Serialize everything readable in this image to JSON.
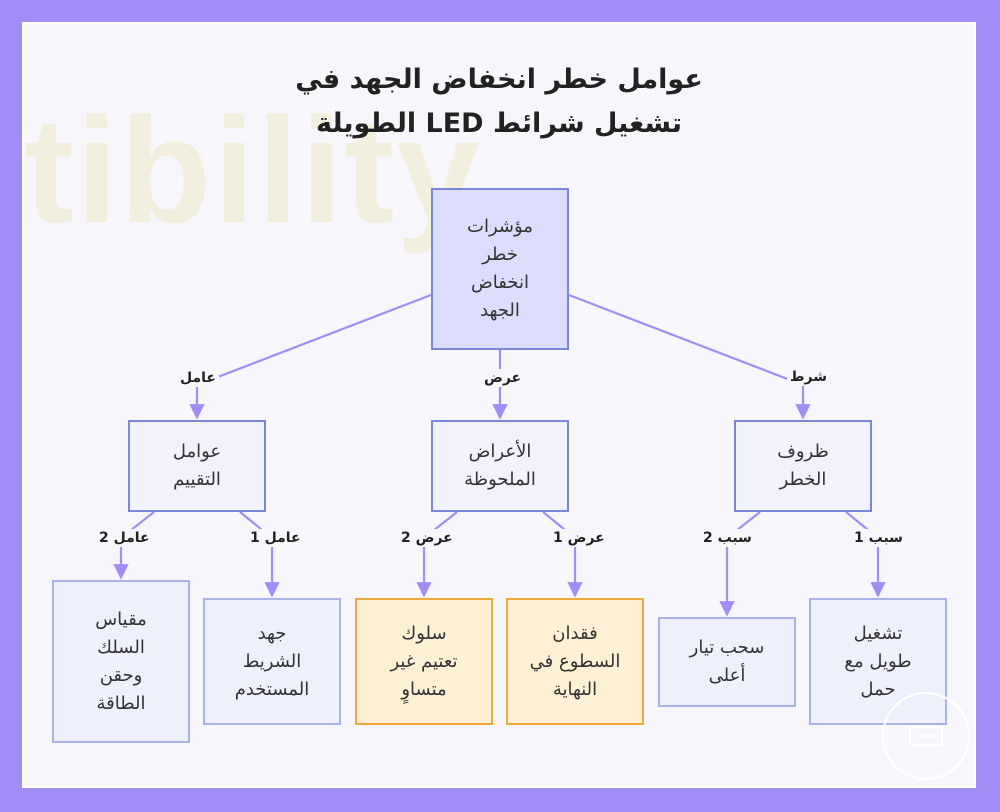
{
  "title": {
    "line1": "عوامل خطر انخفاض الجهد في",
    "line2": "تشغيل شرائط LED الطويلة"
  },
  "colors": {
    "background": "#a28cf6",
    "edge": "#a28cf6",
    "root_fill": "#dcdcfc",
    "highlight_fill": "#fdf0d5",
    "highlight_border": "#eaaa3c"
  },
  "nodes": {
    "root": "مؤشرات\nخطر\nانخفاض\nالجهد",
    "risk_conditions": "ظروف\nالخطر",
    "observed_symptoms": "الأعراض\nالملحوظة",
    "assessment_factors": "عوامل\nالتقييم",
    "long_load_operation": "تشغيل\nطويل مع\nحمل",
    "higher_current_draw": "سحب تيار\nأعلى",
    "end_brightness_loss": "فقدان\nالسطوع في\nالنهاية",
    "uneven_dimming": "سلوك\nتعتيم غير\nمتساوٍ",
    "strip_voltage": "جهد\nالشريط\nالمستخدم",
    "wire_gauge_injection": "مقياس\nالسلك\nوحقن\nالطاقة"
  },
  "edge_labels": {
    "condition": "شرط",
    "symptom": "عرض",
    "factor": "عامل",
    "cause_1": "سبب 1",
    "cause_2": "سبب 2",
    "symptom_1": "عرض 1",
    "symptom_2": "عرض 2",
    "factor_1": "عامل 1",
    "factor_2": "عامل 2"
  }
}
